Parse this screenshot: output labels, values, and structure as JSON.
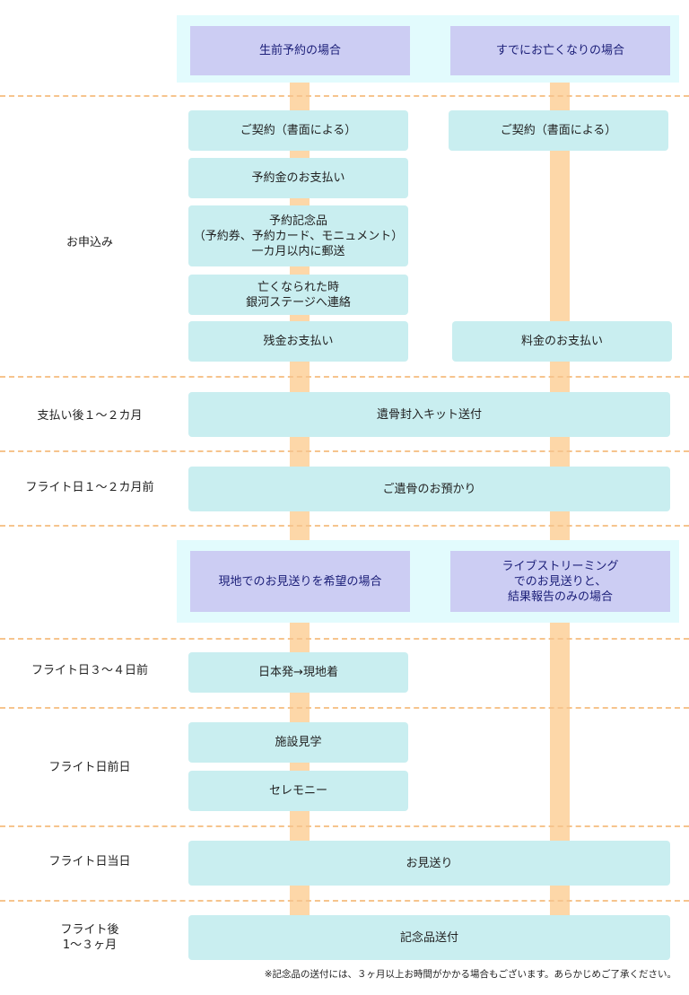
{
  "header1": {
    "left": "生前予約の場合",
    "right": "すでにお亡くなりの場合"
  },
  "stages": {
    "apply": "お申込み",
    "after_payment": "支払い後１〜２カ月",
    "flight_minus_1_2_months": "フライト日１〜２カ月前",
    "flight_minus_3_4_days": "フライト日３〜４日前",
    "flight_eve": "フライト日前日",
    "flight_day": "フライト日当日",
    "after_flight": "フライト後\n1〜３ヶ月"
  },
  "left_steps": {
    "contract": "ご契約（書面による）",
    "deposit": "予約金のお支払い",
    "memorial_items": "予約記念品\n（予約券、予約カード、モニュメント）\n一カ月以内に郵送",
    "contact": "亡くなられた時\n銀河ステージへ連絡",
    "balance": "残金お支払い"
  },
  "right_steps": {
    "contract": "ご契約（書面による）",
    "fee": "料金のお支払い"
  },
  "shared_steps": {
    "kit": "遺骨封入キット送付",
    "custody": "ご遺骨のお預かり",
    "farewell": "お見送り",
    "keepsake": "記念品送付"
  },
  "header2": {
    "left": "現地でのお見送りを希望の場合",
    "right": "ライブストリーミング\nでのお見送りと、\n結果報告のみの場合"
  },
  "onsite_steps": {
    "travel": "日本発→現地着",
    "tour": "施設見学",
    "ceremony": "セレモニー"
  },
  "footnote": "※記念品の送付には、３ヶ月以上お時間がかかる場合もございます。あらかじめご了承ください。",
  "colors": {
    "header_band": "#e2fbfd",
    "purple_box": "#cccdf3",
    "step_box": "#c9eef0",
    "timeline_bar": "#fdd7a8",
    "separator": "#f6c48d",
    "purple_text": "#1d2079"
  }
}
